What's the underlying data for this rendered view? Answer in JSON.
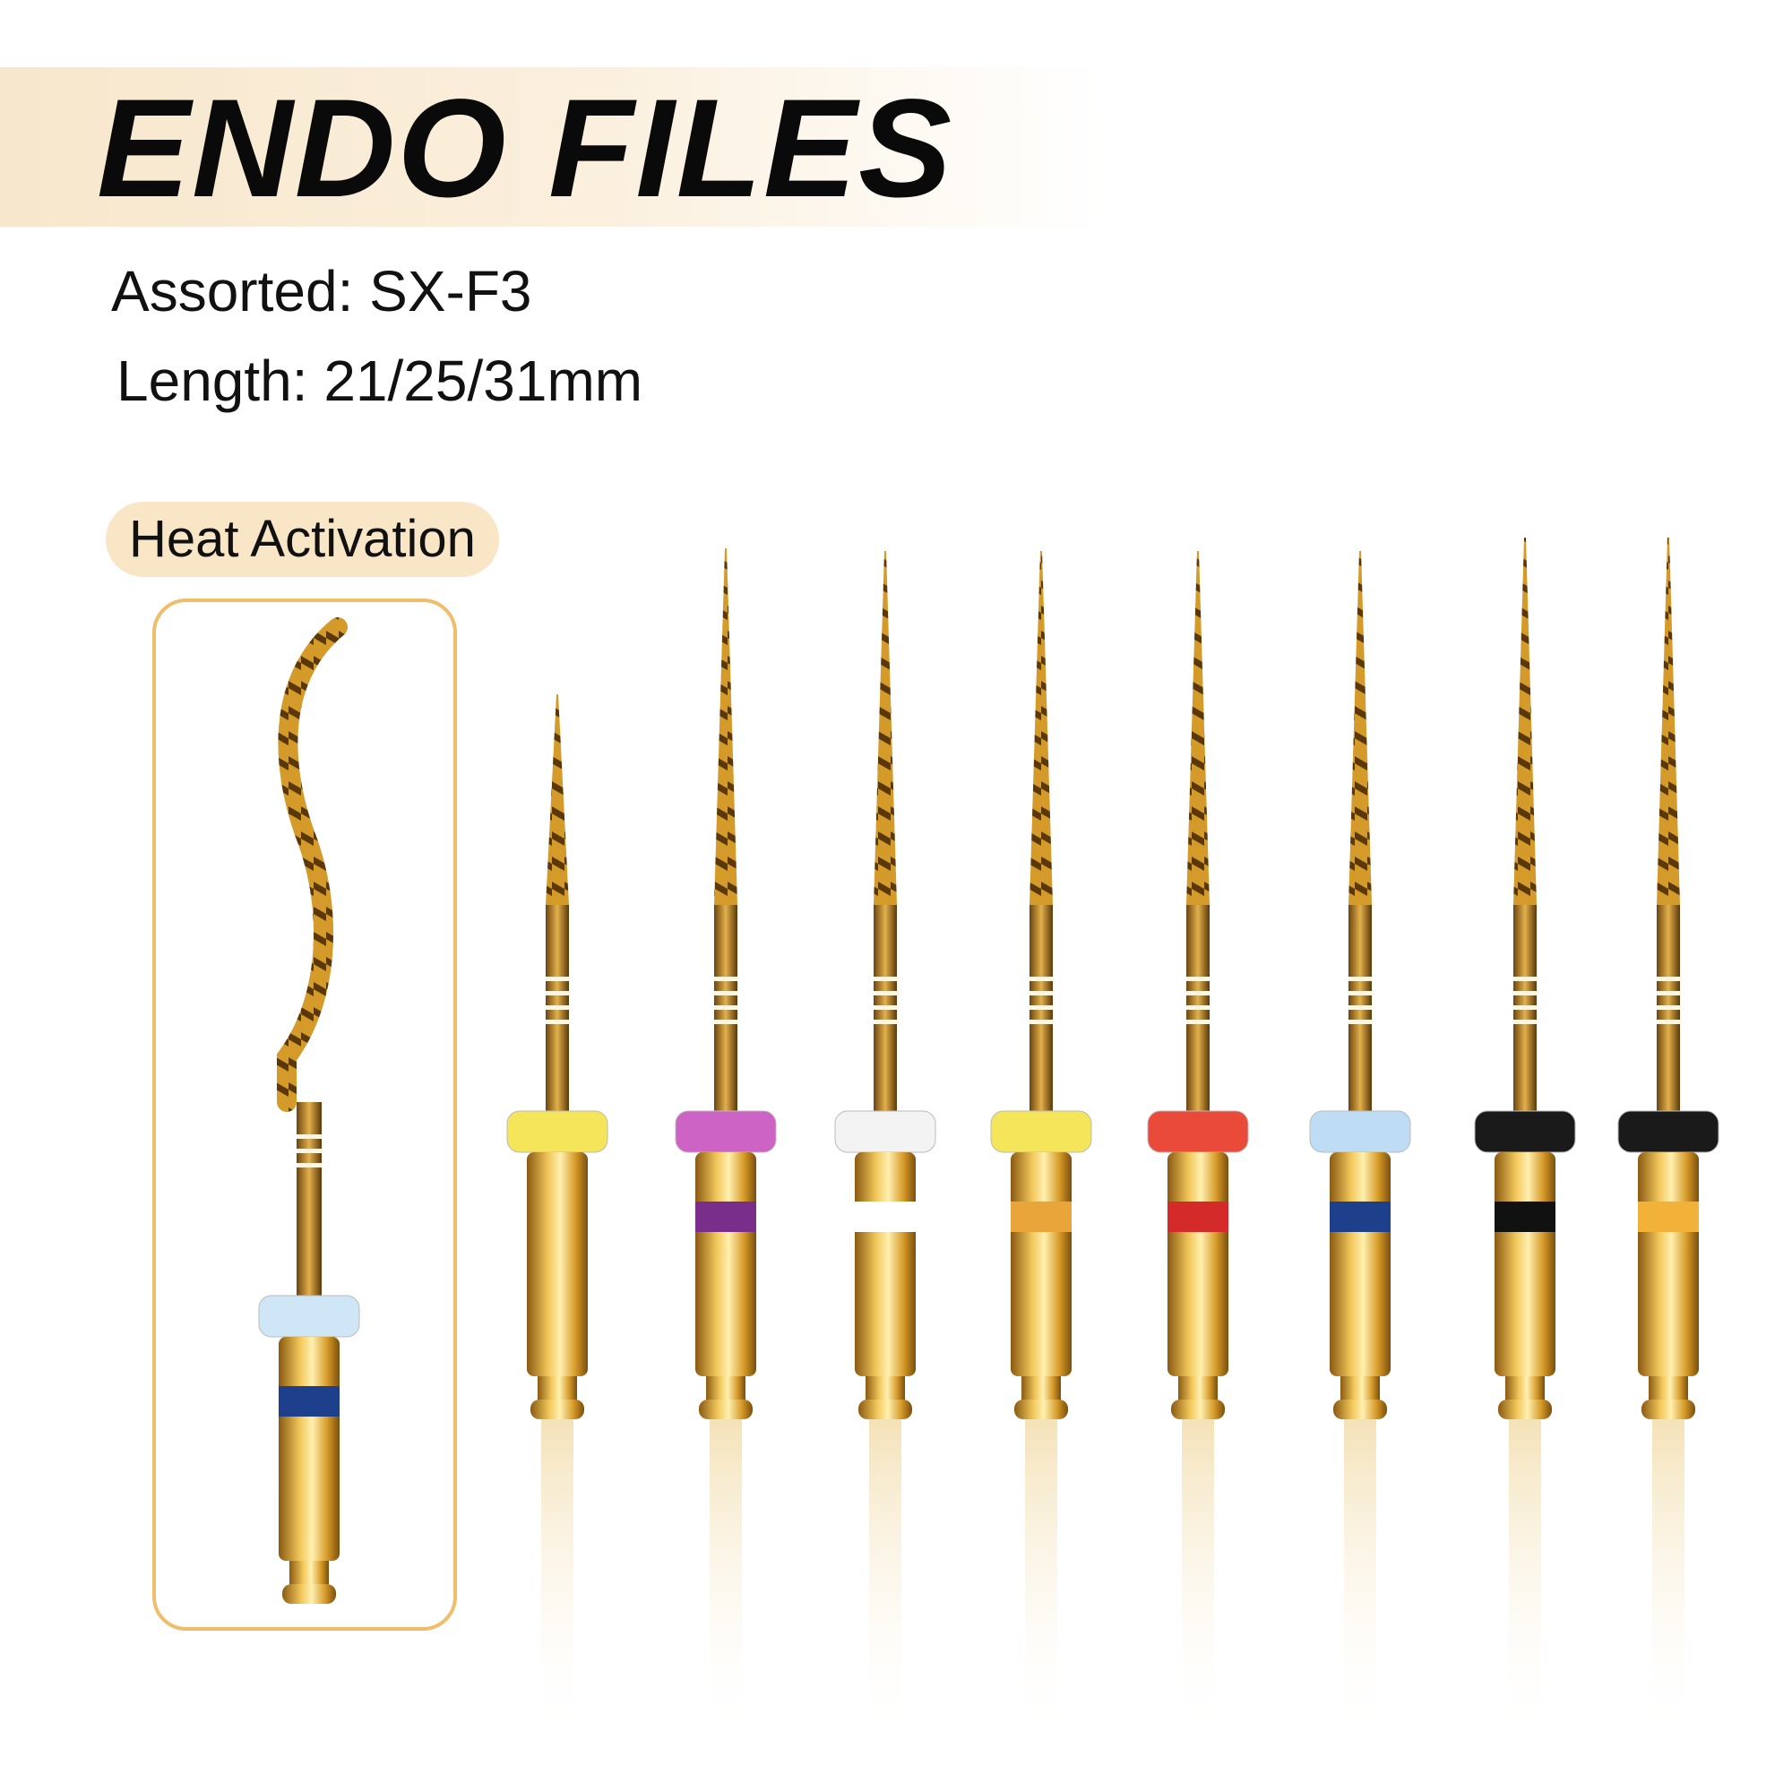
{
  "header": {
    "title": "ENDO FILES",
    "assorted": "Assorted: SX-F3",
    "length": "Length: 21/25/31mm"
  },
  "badge": {
    "label": "Heat Activation"
  },
  "colors": {
    "gold": "#c9972c",
    "title_band": "#f7e7cc",
    "badge_bg": "#f9e6c6",
    "highlight_border": "#f0bd6a"
  },
  "files": [
    {
      "name": "heat-activated-file",
      "stopper": "#cfe6f7",
      "band": "#1d3f8c"
    },
    {
      "name": "file-sx",
      "stopper": "#f5e55a",
      "band": ""
    },
    {
      "name": "file-s1",
      "stopper": "#cc63c5",
      "band": "#7a2e8c"
    },
    {
      "name": "file-s2",
      "stopper": "#f3f3f3",
      "band": "#ffffff"
    },
    {
      "name": "file-f1",
      "stopper": "#f5e55a",
      "band": "#e9a53a"
    },
    {
      "name": "file-f2",
      "stopper": "#e94a3a",
      "band": "#d42a2a"
    },
    {
      "name": "file-f3",
      "stopper": "#bfdcf5",
      "band": "#1d3f8c"
    },
    {
      "name": "file-f4",
      "stopper": "#1a1a1a",
      "band": "#111111"
    },
    {
      "name": "file-f5",
      "stopper": "#1a1a1a",
      "band": "#f2b23a"
    }
  ]
}
